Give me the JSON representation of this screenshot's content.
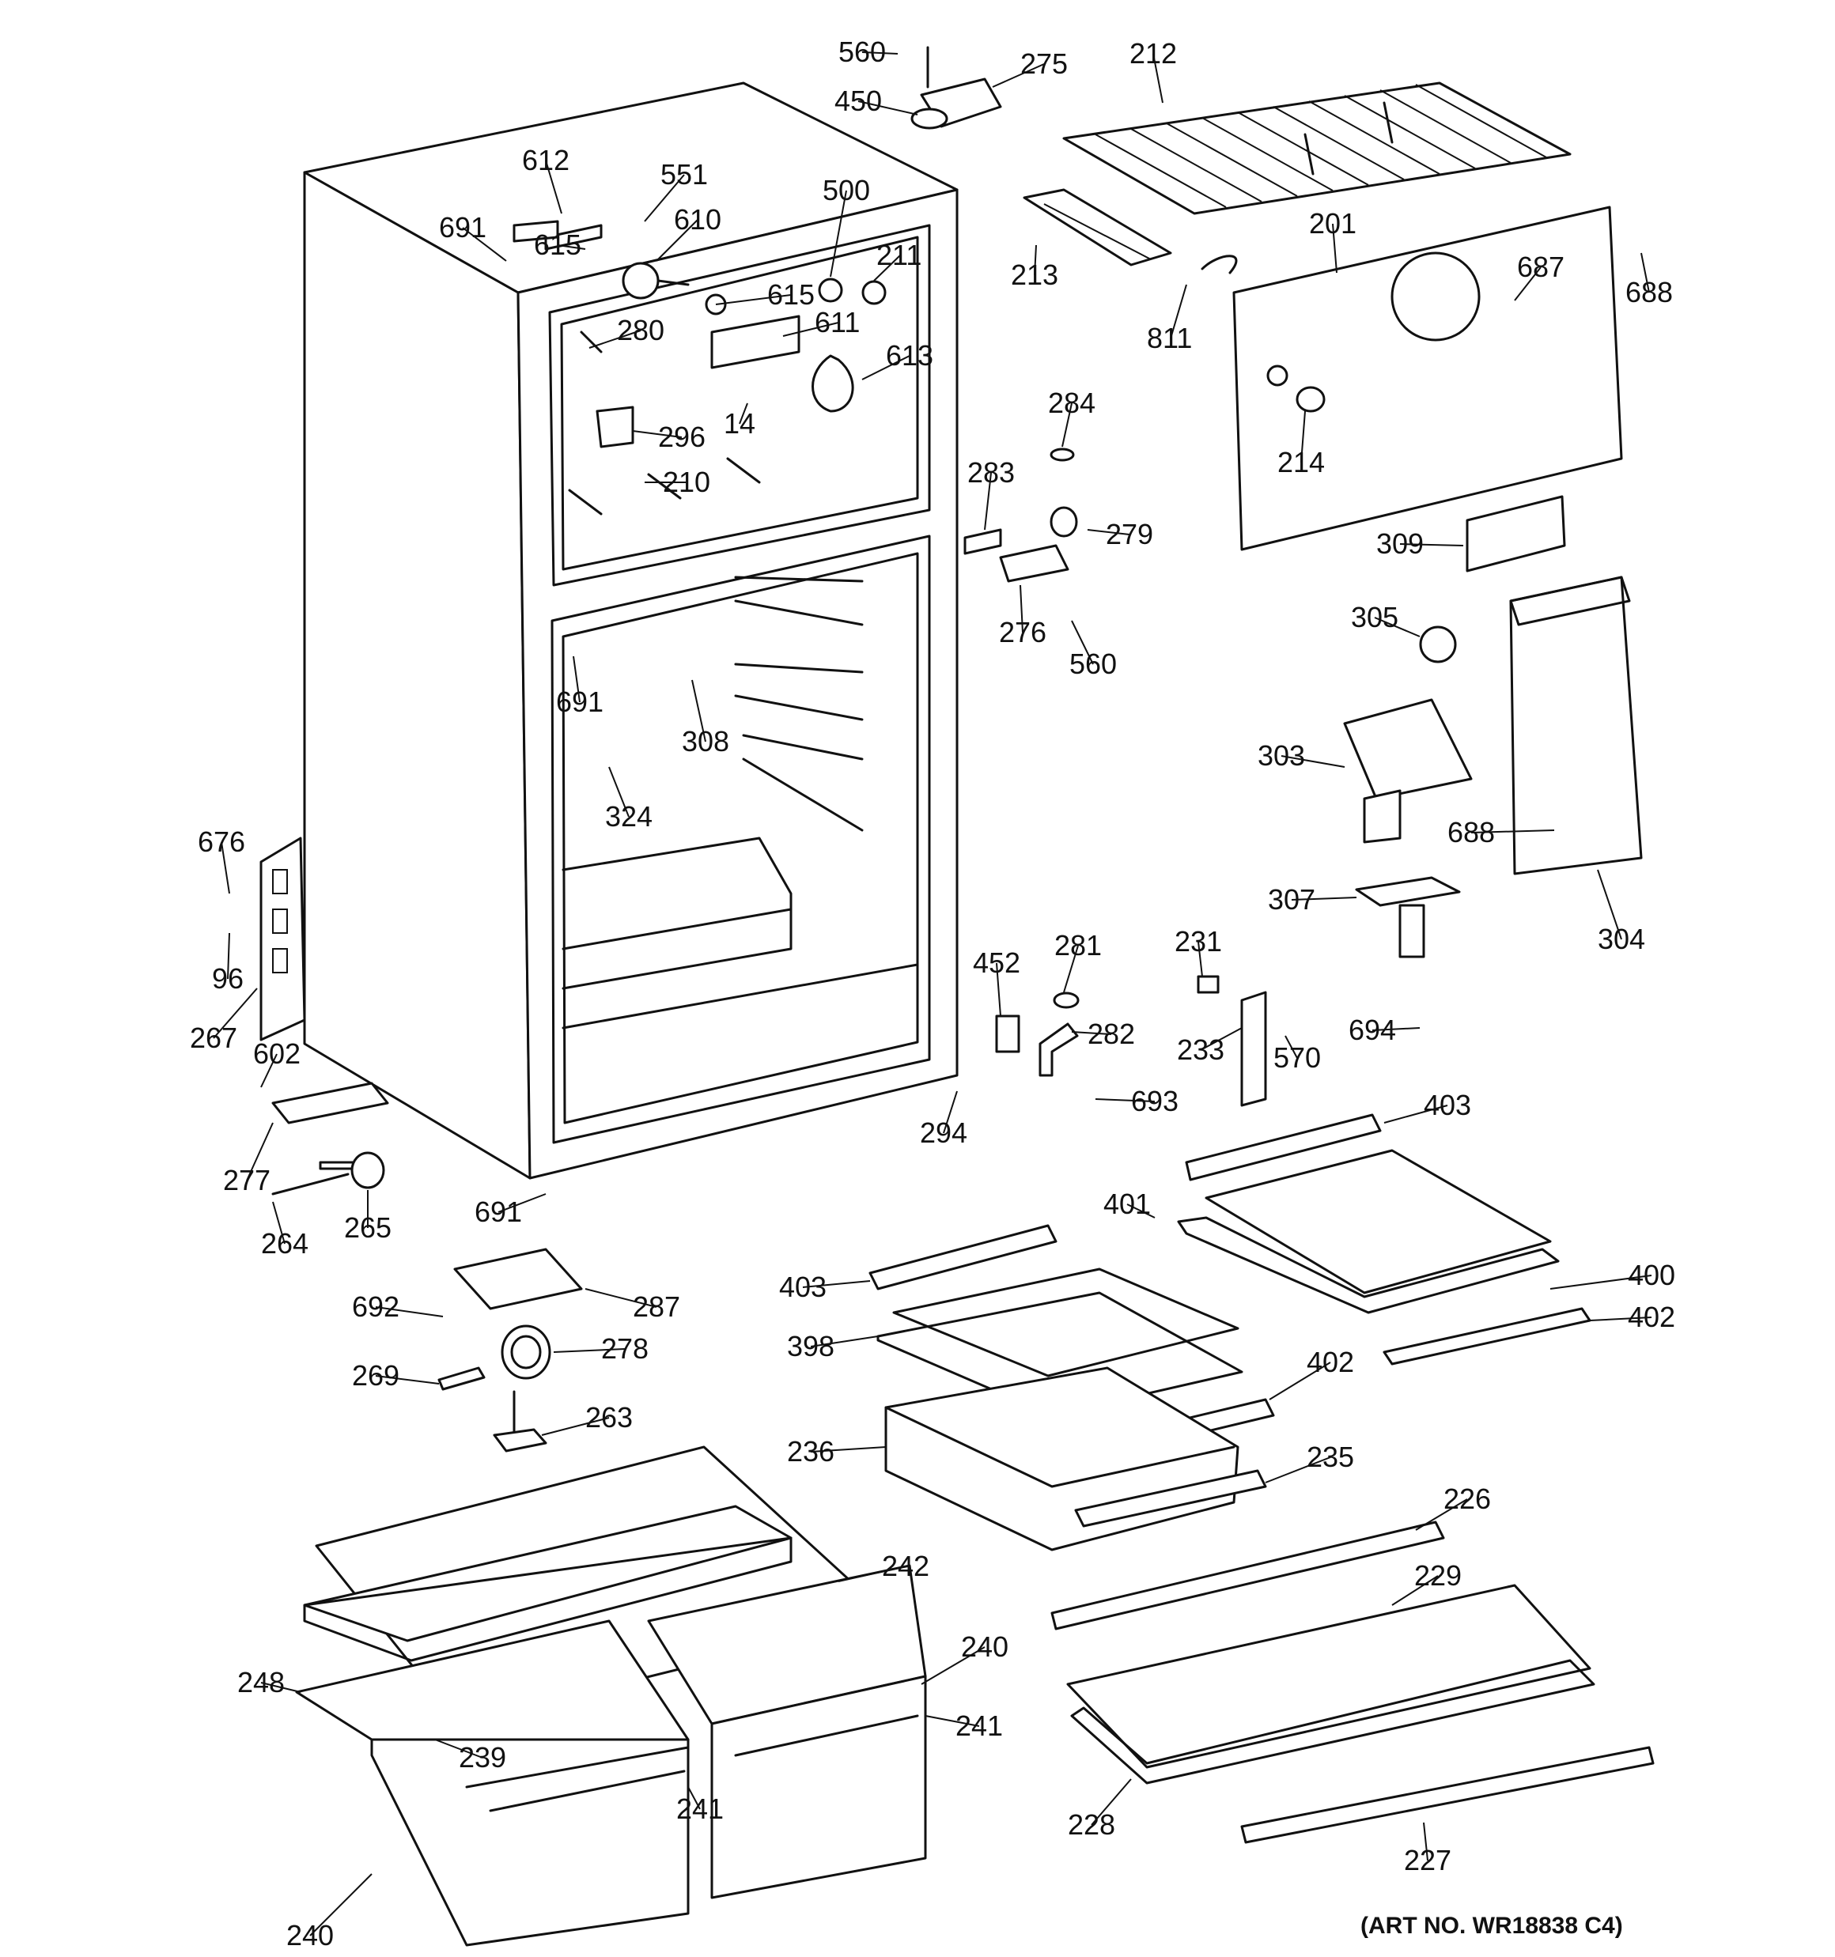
{
  "art_number": "(ART NO. WR18838 C4)",
  "callouts": [
    {
      "id": "560",
      "text": "560"
    },
    {
      "id": "275",
      "text": "275"
    },
    {
      "id": "450",
      "text": "450"
    },
    {
      "id": "212",
      "text": "212"
    },
    {
      "id": "612",
      "text": "612"
    },
    {
      "id": "551",
      "text": "551"
    },
    {
      "id": "691",
      "text": "691"
    },
    {
      "id": "615",
      "text": "615"
    },
    {
      "id": "610",
      "text": "610"
    },
    {
      "id": "500",
      "text": "500"
    },
    {
      "id": "211",
      "text": "211"
    },
    {
      "id": "213",
      "text": "213"
    },
    {
      "id": "201",
      "text": "201"
    },
    {
      "id": "687",
      "text": "687"
    },
    {
      "id": "688",
      "text": "688"
    },
    {
      "id": "615",
      "text": "615"
    },
    {
      "id": "280",
      "text": "280"
    },
    {
      "id": "611",
      "text": "611"
    },
    {
      "id": "613",
      "text": "613"
    },
    {
      "id": "811",
      "text": "811"
    },
    {
      "id": "14",
      "text": "14"
    },
    {
      "id": "296",
      "text": "296"
    },
    {
      "id": "284",
      "text": "284"
    },
    {
      "id": "214",
      "text": "214"
    },
    {
      "id": "210",
      "text": "210"
    },
    {
      "id": "283",
      "text": "283"
    },
    {
      "id": "279",
      "text": "279"
    },
    {
      "id": "309",
      "text": "309"
    },
    {
      "id": "276",
      "text": "276"
    },
    {
      "id": "560",
      "text": "560"
    },
    {
      "id": "305",
      "text": "305"
    },
    {
      "id": "691",
      "text": "691"
    },
    {
      "id": "308",
      "text": "308"
    },
    {
      "id": "303",
      "text": "303"
    },
    {
      "id": "324",
      "text": "324"
    },
    {
      "id": "688",
      "text": "688"
    },
    {
      "id": "676",
      "text": "676"
    },
    {
      "id": "307",
      "text": "307"
    },
    {
      "id": "304",
      "text": "304"
    },
    {
      "id": "96",
      "text": "96"
    },
    {
      "id": "231",
      "text": "231"
    },
    {
      "id": "452",
      "text": "452"
    },
    {
      "id": "281",
      "text": "281"
    },
    {
      "id": "694",
      "text": "694"
    },
    {
      "id": "267",
      "text": "267"
    },
    {
      "id": "282",
      "text": "282"
    },
    {
      "id": "602",
      "text": "602"
    },
    {
      "id": "233",
      "text": "233"
    },
    {
      "id": "570",
      "text": "570"
    },
    {
      "id": "693",
      "text": "693"
    },
    {
      "id": "294",
      "text": "294"
    },
    {
      "id": "403",
      "text": "403"
    },
    {
      "id": "277",
      "text": "277"
    },
    {
      "id": "401",
      "text": "401"
    },
    {
      "id": "691",
      "text": "691"
    },
    {
      "id": "264",
      "text": "264"
    },
    {
      "id": "265",
      "text": "265"
    },
    {
      "id": "403",
      "text": "403"
    },
    {
      "id": "400",
      "text": "400"
    },
    {
      "id": "692",
      "text": "692"
    },
    {
      "id": "287",
      "text": "287"
    },
    {
      "id": "402",
      "text": "402"
    },
    {
      "id": "398",
      "text": "398"
    },
    {
      "id": "278",
      "text": "278"
    },
    {
      "id": "269",
      "text": "269"
    },
    {
      "id": "402",
      "text": "402"
    },
    {
      "id": "263",
      "text": "263"
    },
    {
      "id": "236",
      "text": "236"
    },
    {
      "id": "235",
      "text": "235"
    },
    {
      "id": "226",
      "text": "226"
    },
    {
      "id": "242",
      "text": "242"
    },
    {
      "id": "229",
      "text": "229"
    },
    {
      "id": "240",
      "text": "240"
    },
    {
      "id": "248",
      "text": "248"
    },
    {
      "id": "241",
      "text": "241"
    },
    {
      "id": "239",
      "text": "239"
    },
    {
      "id": "241",
      "text": "241"
    },
    {
      "id": "228",
      "text": "228"
    },
    {
      "id": "227",
      "text": "227"
    },
    {
      "id": "240",
      "text": "240"
    }
  ]
}
